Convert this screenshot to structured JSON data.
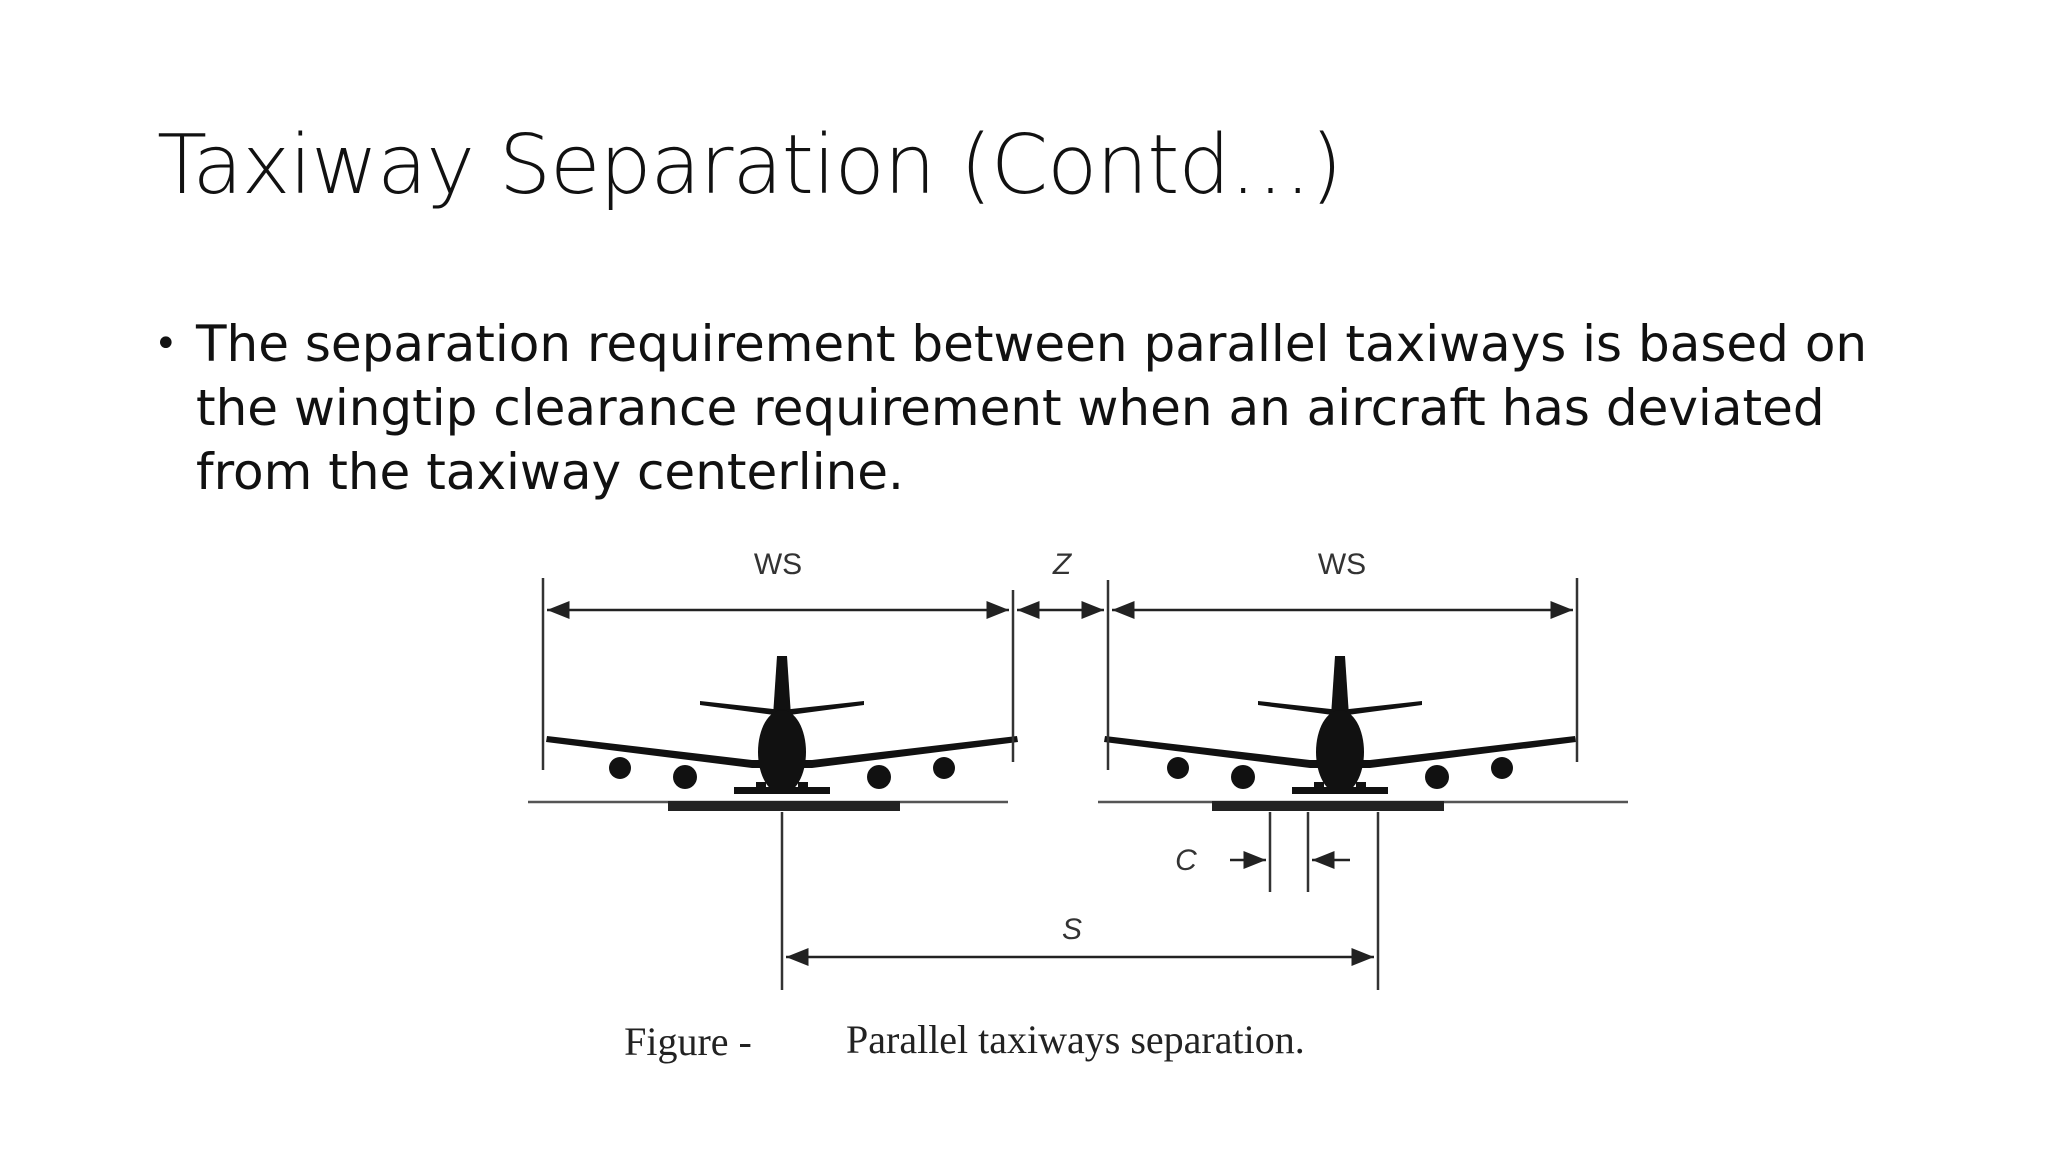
{
  "slide": {
    "title": "Taxiway Separation (Contd…)",
    "bullets": [
      "The separation requirement between parallel taxiways is based on the wingtip clearance requirement when an aircraft has deviated from the taxiway centerline."
    ]
  },
  "figure": {
    "labels": {
      "ws_left": "WS",
      "z": "Z",
      "ws_right": "WS",
      "c": "C",
      "s": "S"
    },
    "caption_prefix": "Figure -",
    "caption": "Parallel taxiways separation."
  }
}
